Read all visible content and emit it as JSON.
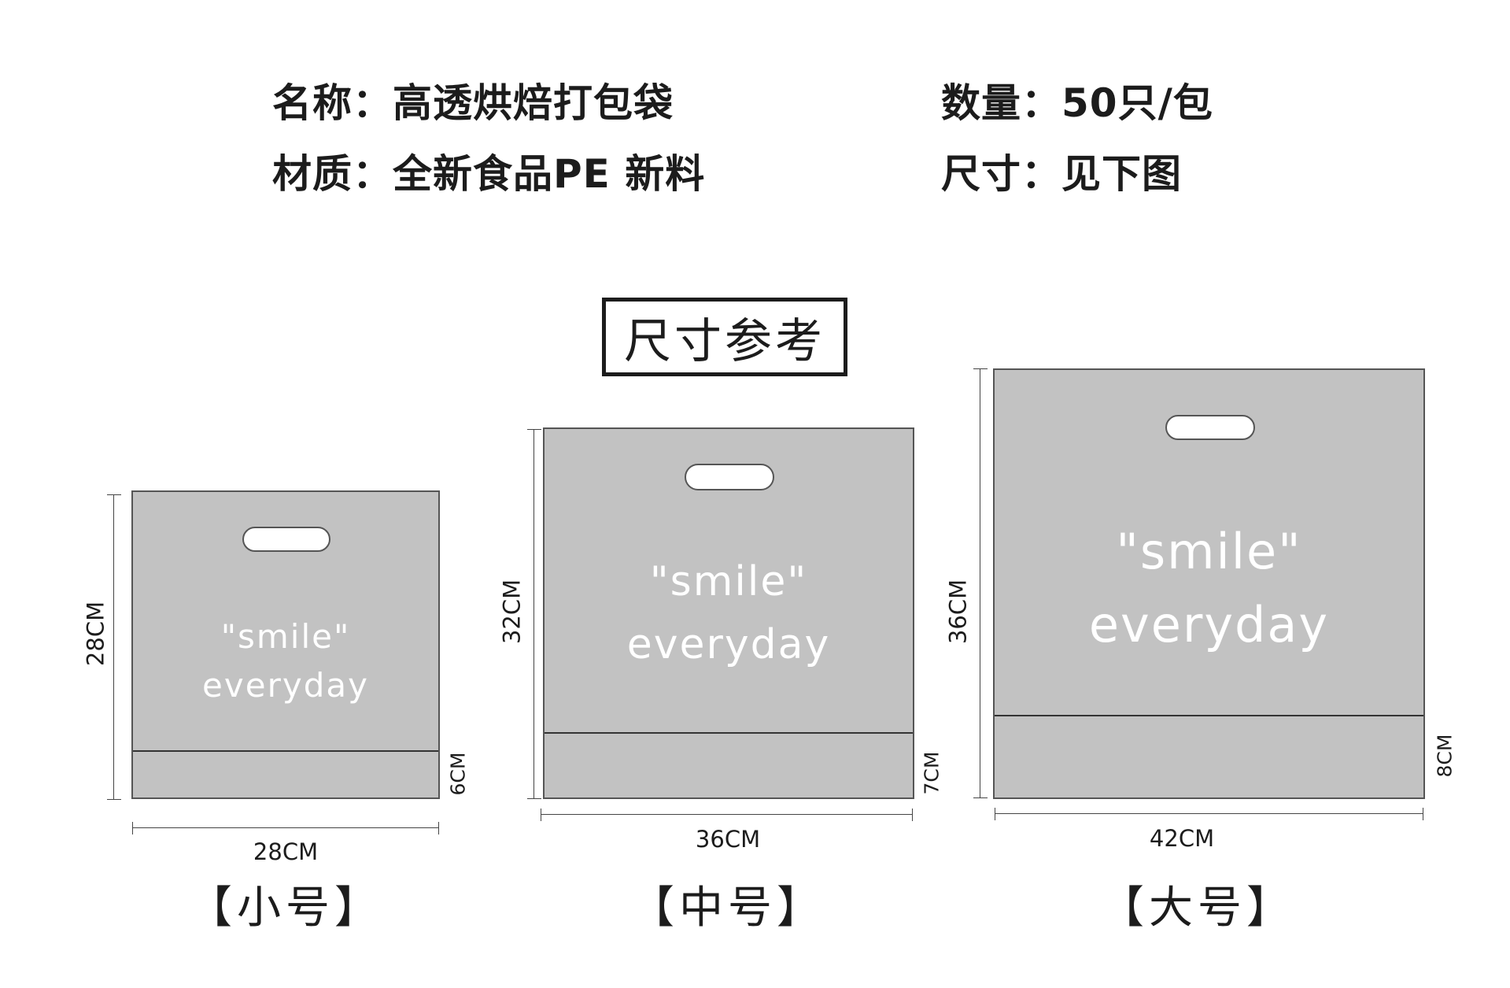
{
  "info": {
    "name_label": "名称：",
    "name_value": "高透烘焙打包袋",
    "material_label": "材质：",
    "material_value": "全新食品PE 新料",
    "quantity_label": "数量：",
    "quantity_value": "50只/包",
    "size_label": "尺寸：",
    "size_value": "见下图"
  },
  "reference_title": "尺寸参考",
  "bags": [
    {
      "height_label": "28CM",
      "width_label": "28CM",
      "gusset_label": "6CM",
      "line1": "\"smile\"",
      "line2": "everyday",
      "size_name": "【小号】"
    },
    {
      "height_label": "32CM",
      "width_label": "36CM",
      "gusset_label": "7CM",
      "line1": "\"smile\"",
      "line2": "everyday",
      "size_name": "【中号】"
    },
    {
      "height_label": "36CM",
      "width_label": "42CM",
      "gusset_label": "8CM",
      "line1": "\"smile\"",
      "line2": "everyday",
      "size_name": "【大号】"
    }
  ],
  "colors": {
    "bag_fill": "#c2c2c2",
    "text": "#1c1c1c",
    "bag_text": "#ffffff"
  }
}
